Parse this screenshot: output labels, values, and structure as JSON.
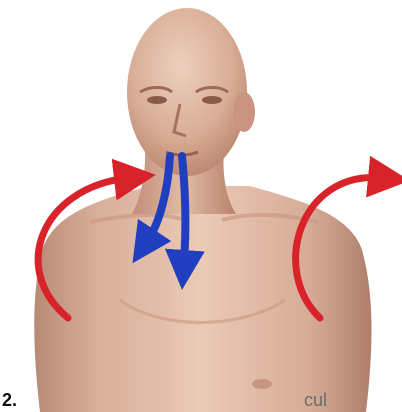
{
  "figure": {
    "caption_number": "2.",
    "caption_fragment": "cul",
    "subject_icon": "human-torso-illustration",
    "arrows": [
      {
        "name": "left-shoulder-rotation-arrow",
        "color": "#d9232a",
        "icon": "curved-arrow"
      },
      {
        "name": "right-shoulder-rotation-arrow",
        "color": "#d9232a",
        "icon": "curved-arrow"
      },
      {
        "name": "exhale-arrow-left",
        "color": "#1f3fbf",
        "icon": "down-arrow"
      },
      {
        "name": "exhale-arrow-right",
        "color": "#1f3fbf",
        "icon": "down-arrow"
      }
    ],
    "colors": {
      "skin_light": "#e8c4ae",
      "skin_mid": "#d3a38b",
      "skin_shadow": "#b27d68",
      "arrow_red": "#d9232a",
      "arrow_blue": "#1f3fbf"
    }
  }
}
